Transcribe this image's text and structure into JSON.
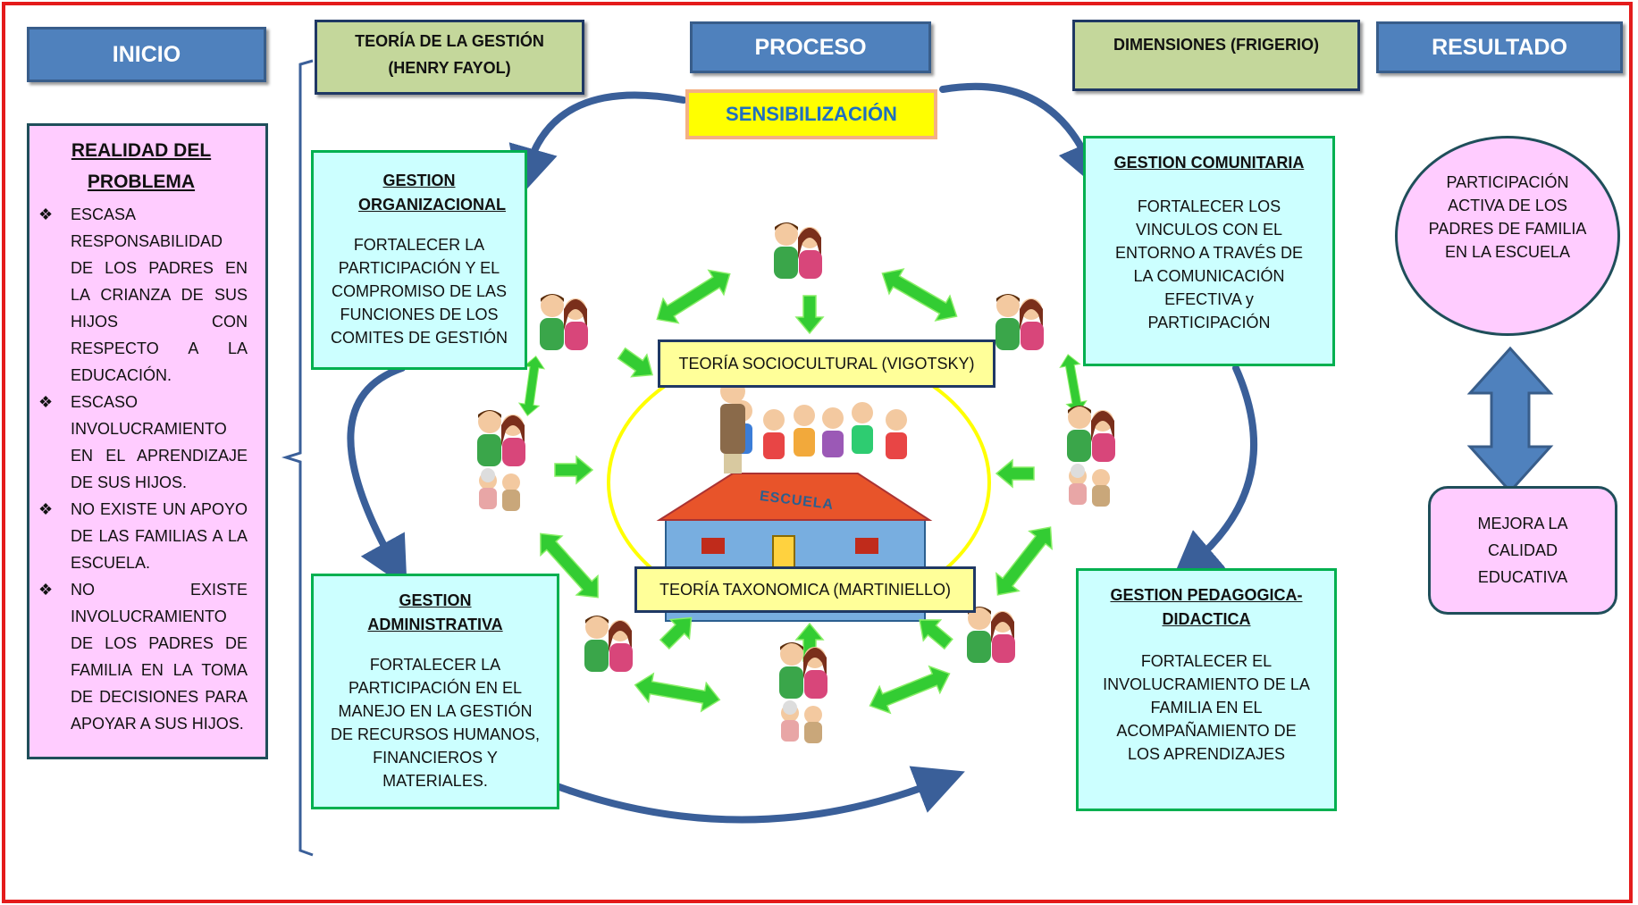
{
  "headers": {
    "inicio": "INICIO",
    "teoria_gestion": "TEORÍA DE LA GESTIÓN",
    "teoria_gestion_author": "(HENRY FAYOL)",
    "proceso": "PROCESO",
    "dimensiones": "DIMENSIONES (FRIGERIO)",
    "resultado": "RESULTADO"
  },
  "problem": {
    "title_line1": "REALIDAD DEL",
    "title_line2": "PROBLEMA",
    "bullet_icon": "diamond-bullet-icon",
    "items": [
      "ESCASA RESPONSABILIDAD DE LOS PADRES EN LA CRIANZA DE SUS HIJOS CON RESPECTO A LA EDUCACIÓN.",
      "ESCASO INVOLUCRAMIENTO EN EL APRENDIZAJE DE SUS HIJOS.",
      "NO EXISTE UN APOYO DE LAS FAMILIAS A LA ESCUELA.",
      "NO EXISTE INVOLUCRAMIENTO DE LOS PADRES DE FAMILIA EN LA TOMA DE DECISIONES PARA APOYAR A SUS HIJOS."
    ]
  },
  "sensibilizacion": "SENSIBILIZACIÓN",
  "boxes": {
    "organizacional": {
      "title": "GESTION ORGANIZACIONAL",
      "body": "FORTALECER LA PARTICIPACIÓN Y EL COMPROMISO DE LAS FUNCIONES DE LOS COMITES DE GESTIÓN"
    },
    "administrativa": {
      "title": "GESTION ADMINISTRATIVA",
      "body": "FORTALECER LA PARTICIPACIÓN EN EL MANEJO EN LA GESTIÓN DE RECURSOS HUMANOS, FINANCIEROS Y MATERIALES."
    },
    "comunitaria": {
      "title": "GESTION COMUNITARIA",
      "body": "FORTALECER LOS VINCULOS CON EL ENTORNO A TRAVÉS DE LA COMUNICACIÓN EFECTIVA y PARTICIPACIÓN"
    },
    "pedagogica": {
      "title": "GESTION PEDAGOGICA-DIDACTICA",
      "body": "FORTALECER EL INVOLUCRAMIENTO DE LA FAMILIA EN EL ACOMPAÑAMIENTO DE LOS APRENDIZAJES"
    }
  },
  "center": {
    "sociocultural": "TEORÍA SOCIOCULTURAL (VIGOTSKY)",
    "taxonomica": "TEORÍA TAXONOMICA (MARTINIELLO)",
    "school_sign": "ESCUELA"
  },
  "result": {
    "circle": "PARTICIPACIÓN ACTIVA DE LOS PADRES DE FAMILIA EN LA ESCUELA",
    "box": "MEJORA LA CALIDAD EDUCATIVA"
  },
  "colors": {
    "border_red": "#e41b1b",
    "header_blue": "#4f81bd",
    "header_green": "#c4d79b",
    "pink": "#ffccff",
    "cyan": "#ccffff",
    "yellow": "#ffff99",
    "arrow_green": "#33cc33",
    "curve_blue": "#3a5f99"
  }
}
